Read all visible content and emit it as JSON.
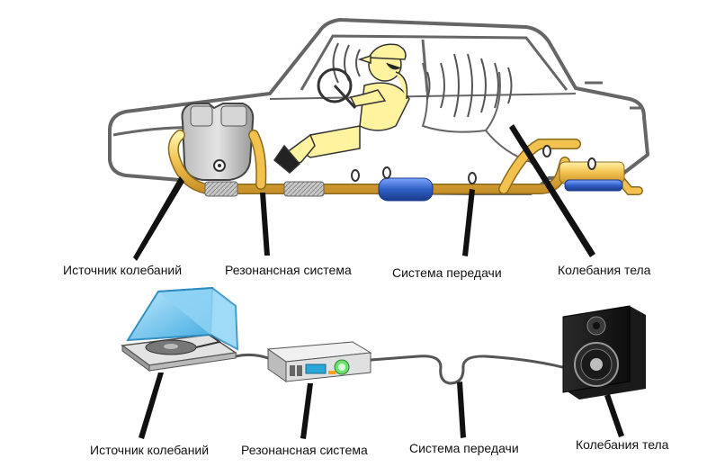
{
  "top_labels": {
    "source": "Источник колебаний",
    "resonance": "Резонансная система",
    "transmission": "Система передачи",
    "body": "Колебания тела"
  },
  "bottom_labels": {
    "source": "Источник колебаний",
    "resonance": "Резонансная система",
    "transmission": "Система передачи",
    "body": "Колебания тела"
  },
  "colors": {
    "pipe": "#f2c14e",
    "muffler": "#2f5fc4",
    "driver": "#fff3a0",
    "outline": "#666666",
    "cable": "#555555",
    "turntable_lid": "#6cc8f0"
  }
}
